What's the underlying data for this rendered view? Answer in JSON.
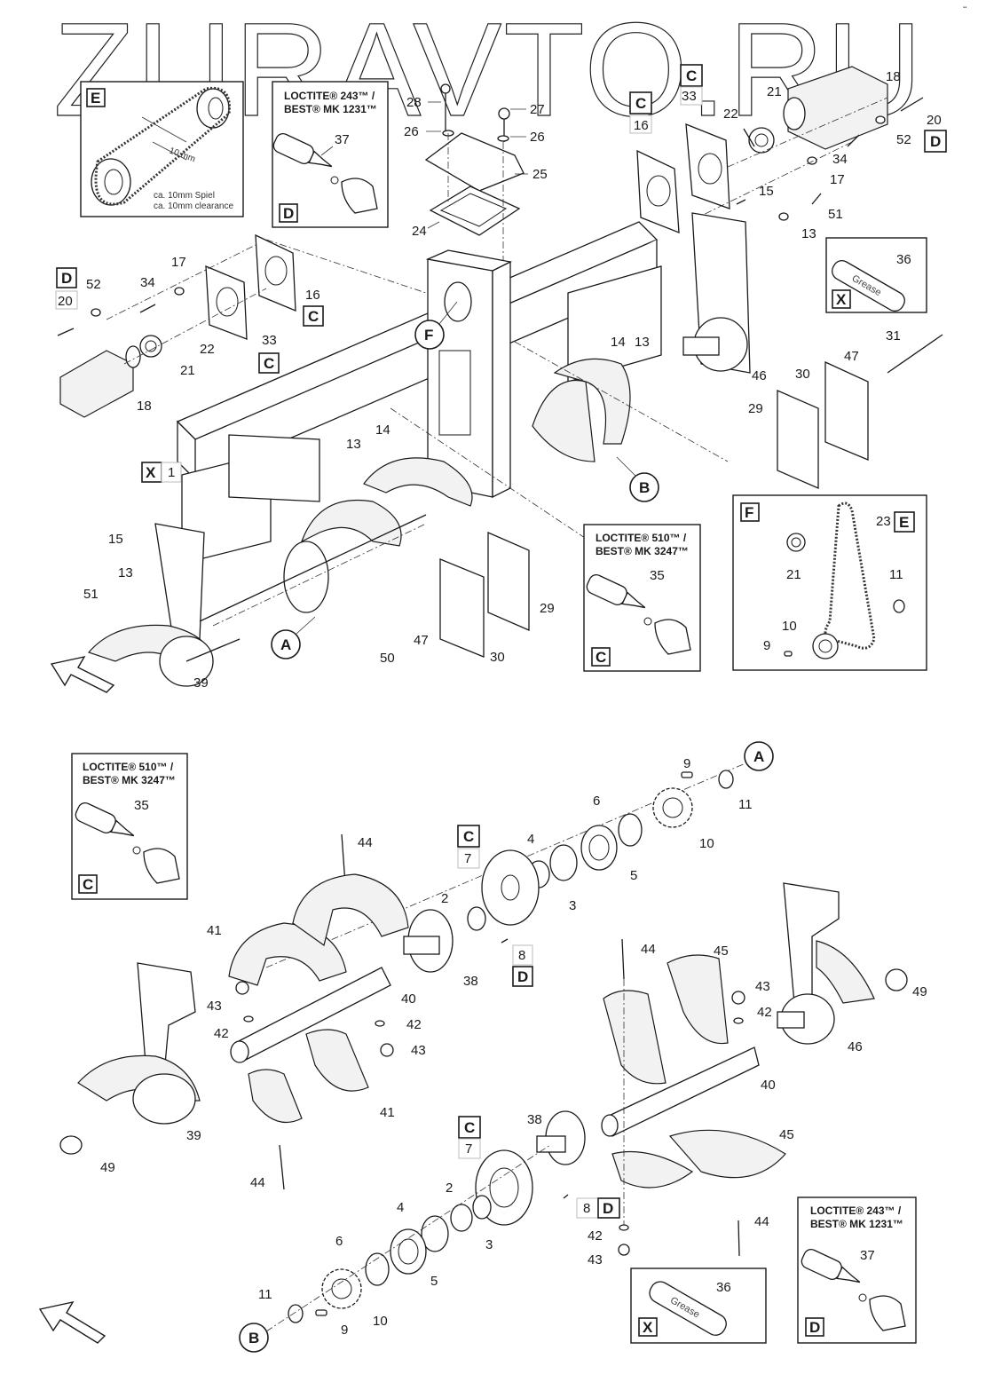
{
  "watermark": "ZURAVTO.RU",
  "corner_mark": "▪▪",
  "insets": {
    "chain_clearance": {
      "tag": "E",
      "dimension": "10 mm",
      "note_de": "ca. 10mm Spiel",
      "note_en": "ca. 10mm clearance"
    },
    "loctite_243_top": {
      "line1": "LOCTITE® 243™ /",
      "line2": "BEST® MK 1231™",
      "part": "37",
      "tag": "D"
    },
    "grease_top": {
      "part": "36",
      "label": "Grease",
      "tag": "X"
    },
    "chain_kit": {
      "tag": "F",
      "chain_part": "23",
      "chain_tag": "E",
      "parts": [
        "21",
        "11",
        "10",
        "9"
      ]
    },
    "loctite_510_top": {
      "line1": "LOCTITE® 510™ /",
      "line2": "BEST® MK 3247™",
      "part": "35",
      "tag": "C"
    },
    "loctite_510_bottom": {
      "line1": "LOCTITE® 510™ /",
      "line2": "BEST® MK 3247™",
      "part": "35",
      "tag": "C"
    },
    "grease_bottom": {
      "part": "36",
      "label": "Grease",
      "tag": "X"
    },
    "loctite_243_bottom": {
      "line1": "LOCTITE® 243™ /",
      "line2": "BEST® MK 1231™",
      "part": "37",
      "tag": "D"
    }
  },
  "callouts": {
    "A": "A",
    "B": "B",
    "F": "F"
  },
  "upper_assembly": {
    "labels": {
      "p28": "28",
      "p27": "27",
      "p26a": "26",
      "p26b": "26",
      "p25": "25",
      "p24": "24",
      "p33r": "33",
      "p16r": "16",
      "p22r": "22",
      "p21r": "21",
      "p18r": "18",
      "p20r": "20",
      "p52r": "52",
      "p34r": "34",
      "p17r": "17",
      "p15r": "15",
      "p51r": "51",
      "p13r": "13",
      "p13c": "13",
      "p14c": "14",
      "p46": "46",
      "p31": "31",
      "p47r": "47",
      "p30r": "30",
      "p29r": "29",
      "p52l": "52",
      "p20l": "20",
      "p34l": "34",
      "p17l": "17",
      "p16l": "16",
      "p33l": "33",
      "p22l": "22",
      "p21l": "21",
      "p18l": "18",
      "p1": "1",
      "p13m": "13",
      "p14m": "14",
      "p15l": "15",
      "p13l": "13",
      "p51l": "51",
      "p39": "39",
      "p50": "50",
      "p47l": "47",
      "p30l": "30",
      "p29l": "29"
    },
    "tags": {
      "t33r": "C",
      "t16r": "C",
      "t20r": "D",
      "t20l": "D",
      "t16l": "C",
      "t33l": "C",
      "t1": "X"
    }
  },
  "lower_assembly": {
    "labels": {
      "p9a": "9",
      "p11a": "11",
      "p6a": "6",
      "p10a": "10",
      "p4a": "4",
      "p5a": "5",
      "p7a": "7",
      "p3a": "3",
      "p2a": "2",
      "p8a": "8",
      "p38a": "38",
      "p44a": "44",
      "p41a": "41",
      "p40a": "40",
      "p43a": "43",
      "p42a": "42",
      "p42b": "42",
      "p43b": "43",
      "p41b": "41",
      "p39": "39",
      "p49a": "49",
      "p44b": "44",
      "p44c": "44",
      "p45a": "45",
      "p43c": "43",
      "p42c": "42",
      "p49b": "49",
      "p46": "46",
      "p40b": "40",
      "p38b": "38",
      "p7b": "7",
      "p2b": "2",
      "p8b": "8",
      "p45b": "45",
      "p4b": "4",
      "p3b": "3",
      "p6b": "6",
      "p5b": "5",
      "p42d": "42",
      "p43d": "43",
      "p44d": "44",
      "p11b": "11",
      "p9b": "9",
      "p10b": "10"
    },
    "tags": {
      "t7a": "C",
      "t8a": "D",
      "t7b": "C",
      "t8b": "D"
    }
  }
}
